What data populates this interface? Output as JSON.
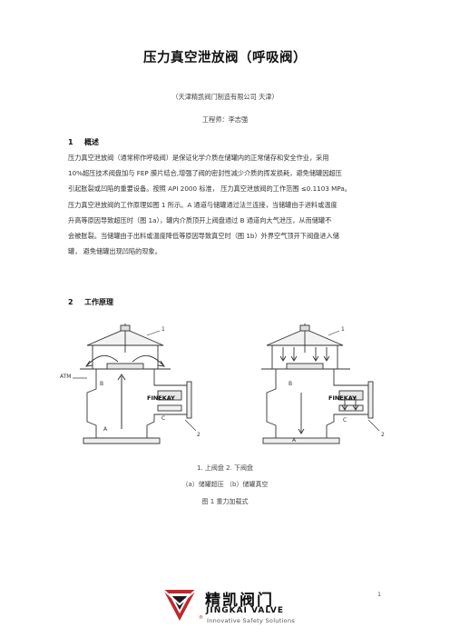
{
  "document": {
    "title": "压力真空泄放阀（呼吸阀）",
    "company_line": "（天津精凯阀门制造有限公司 天津）",
    "author_line": "工程师：李志强"
  },
  "section1": {
    "number": "1",
    "heading": "概述",
    "lines": [
      "压力真空泄放阀（通常称作呼吸阀）是保证化学介质在储罐内的正常储存和安全作业，采用",
      "10%超压技术阀盘加与 FEP 膜片结合,增强了阀的密封性减少介质的挥发损耗，避免储罐因超压",
      "引起胀裂或凹陷的重要设备。按照 API 2000 标准， 压力真空泄放阀的工作范围 ≤0.1103 MPa。",
      "压力真空泄放阀的工作原理如图 1 所示。A 通道与储罐通过法兰连接，当储罐由于进料或温度",
      "升高等原因导致超压时（图 1a），罐内介质顶开上阀盘通过 B 通道向大气泄压，从而储罐不",
      "会被胀裂。当储罐由于出料或温度降低等原因导致真空时（图 1b）外界空气顶开下阀盘进入储",
      "罐， 避免储罐出现凹陷的现象。"
    ]
  },
  "section2": {
    "number": "2",
    "heading": "工作原理"
  },
  "figure": {
    "labels_a": {
      "atm": "ATM",
      "b": "B",
      "c": "C",
      "a": "A",
      "one": "1",
      "two": "2"
    },
    "labels_b": {
      "b": "B",
      "c": "C",
      "a": "A",
      "one": "1",
      "two": "2"
    },
    "brand_on_valve": "FINEKAY",
    "caption_parts": "1. 上阀盘   2. 下阀盘",
    "caption_sub": "（a）储罐超压   （b）储罐真空",
    "caption_title": "图 1   重力加载式"
  },
  "footer": {
    "logo_cn": "精凯阀门",
    "logo_en": "JINGKAI VALVE",
    "logo_tagline": "Innovative Safety Solutions",
    "logo_reg": "®",
    "page_number": "1"
  },
  "colors": {
    "logo_red": "#c0282d",
    "logo_black": "#1a1a1a",
    "line": "#333333"
  }
}
